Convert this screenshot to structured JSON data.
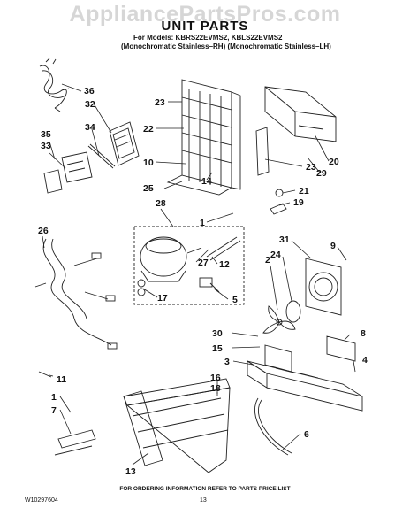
{
  "watermark": "AppliancePartsPros.com",
  "header": {
    "title": "UNIT PARTS",
    "models": "For Models: KBRS22EVMS2, KBLS22EVMS2",
    "variants": "(Monochromatic Stainless–RH) (Monochromatic Stainless–LH)"
  },
  "callouts": {
    "c36": "36",
    "c32": "32",
    "c34": "34",
    "c35": "35",
    "c33": "33",
    "c23a": "23",
    "c22": "22",
    "c10": "10",
    "c14": "14",
    "c25": "25",
    "c28": "28",
    "c1a": "1",
    "c27": "27",
    "c12": "12",
    "c17": "17",
    "c5": "5",
    "c20": "20",
    "c29": "29",
    "c23b": "23",
    "c21": "21",
    "c19": "19",
    "c26": "26",
    "c31": "31",
    "c9": "9",
    "c2": "2",
    "c24": "24",
    "c30": "30",
    "c15": "15",
    "c3": "3",
    "c8": "8",
    "c4": "4",
    "c11": "11",
    "c16": "16",
    "c18": "18",
    "c1b": "1",
    "c7": "7",
    "c6": "6",
    "c13": "13"
  },
  "footer": {
    "note": "FOR ORDERING INFORMATION REFER TO PARTS PRICE LIST",
    "doc_number": "W10297604",
    "page_number": "13"
  }
}
